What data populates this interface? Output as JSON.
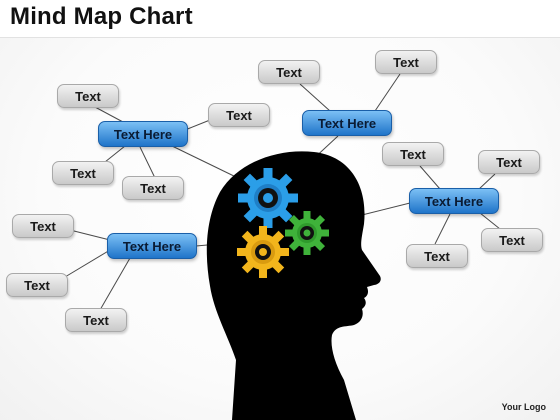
{
  "title": "Mind Map Chart",
  "hubs": {
    "top_left": "Text Here",
    "top_center": "Text Here",
    "left": "Text Here",
    "right": "Text Here"
  },
  "leaves": {
    "tl_a": "Text",
    "tl_b": "Text",
    "tl_c": "Text",
    "tl_d": "Text",
    "tc_a": "Text",
    "tc_b": "Text",
    "l_a": "Text",
    "l_b": "Text",
    "l_c": "Text",
    "r_a": "Text",
    "r_b": "Text",
    "r_c": "Text",
    "r_d": "Text"
  },
  "gear_colors": {
    "blue": "#2b9ee8",
    "green": "#3fb23a",
    "yellow": "#f2b51c"
  },
  "logo_text": "Your Logo"
}
